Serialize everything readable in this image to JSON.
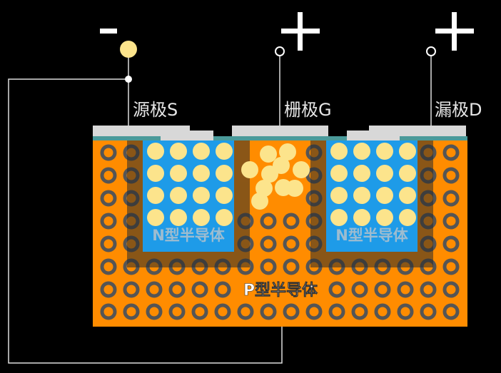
{
  "terminals": {
    "source": {
      "label": "源极S",
      "sign": "-"
    },
    "gate": {
      "label": "栅极G",
      "sign": "+"
    },
    "drain": {
      "label": "漏极D",
      "sign": "+"
    }
  },
  "regions": {
    "n_left": {
      "label": "N型半导体"
    },
    "n_right": {
      "label": "N型半导体"
    },
    "p_body": {
      "label": "P型半导体"
    }
  },
  "colors": {
    "background": "#000000",
    "p_substrate": "#ff8c00",
    "n_region": "#1e9be8",
    "hole_ring": "#555555",
    "electron": "#fce48c",
    "metal": "#d8d8d8",
    "oxide": "#4a9a9a",
    "wire": "#dddddd"
  }
}
